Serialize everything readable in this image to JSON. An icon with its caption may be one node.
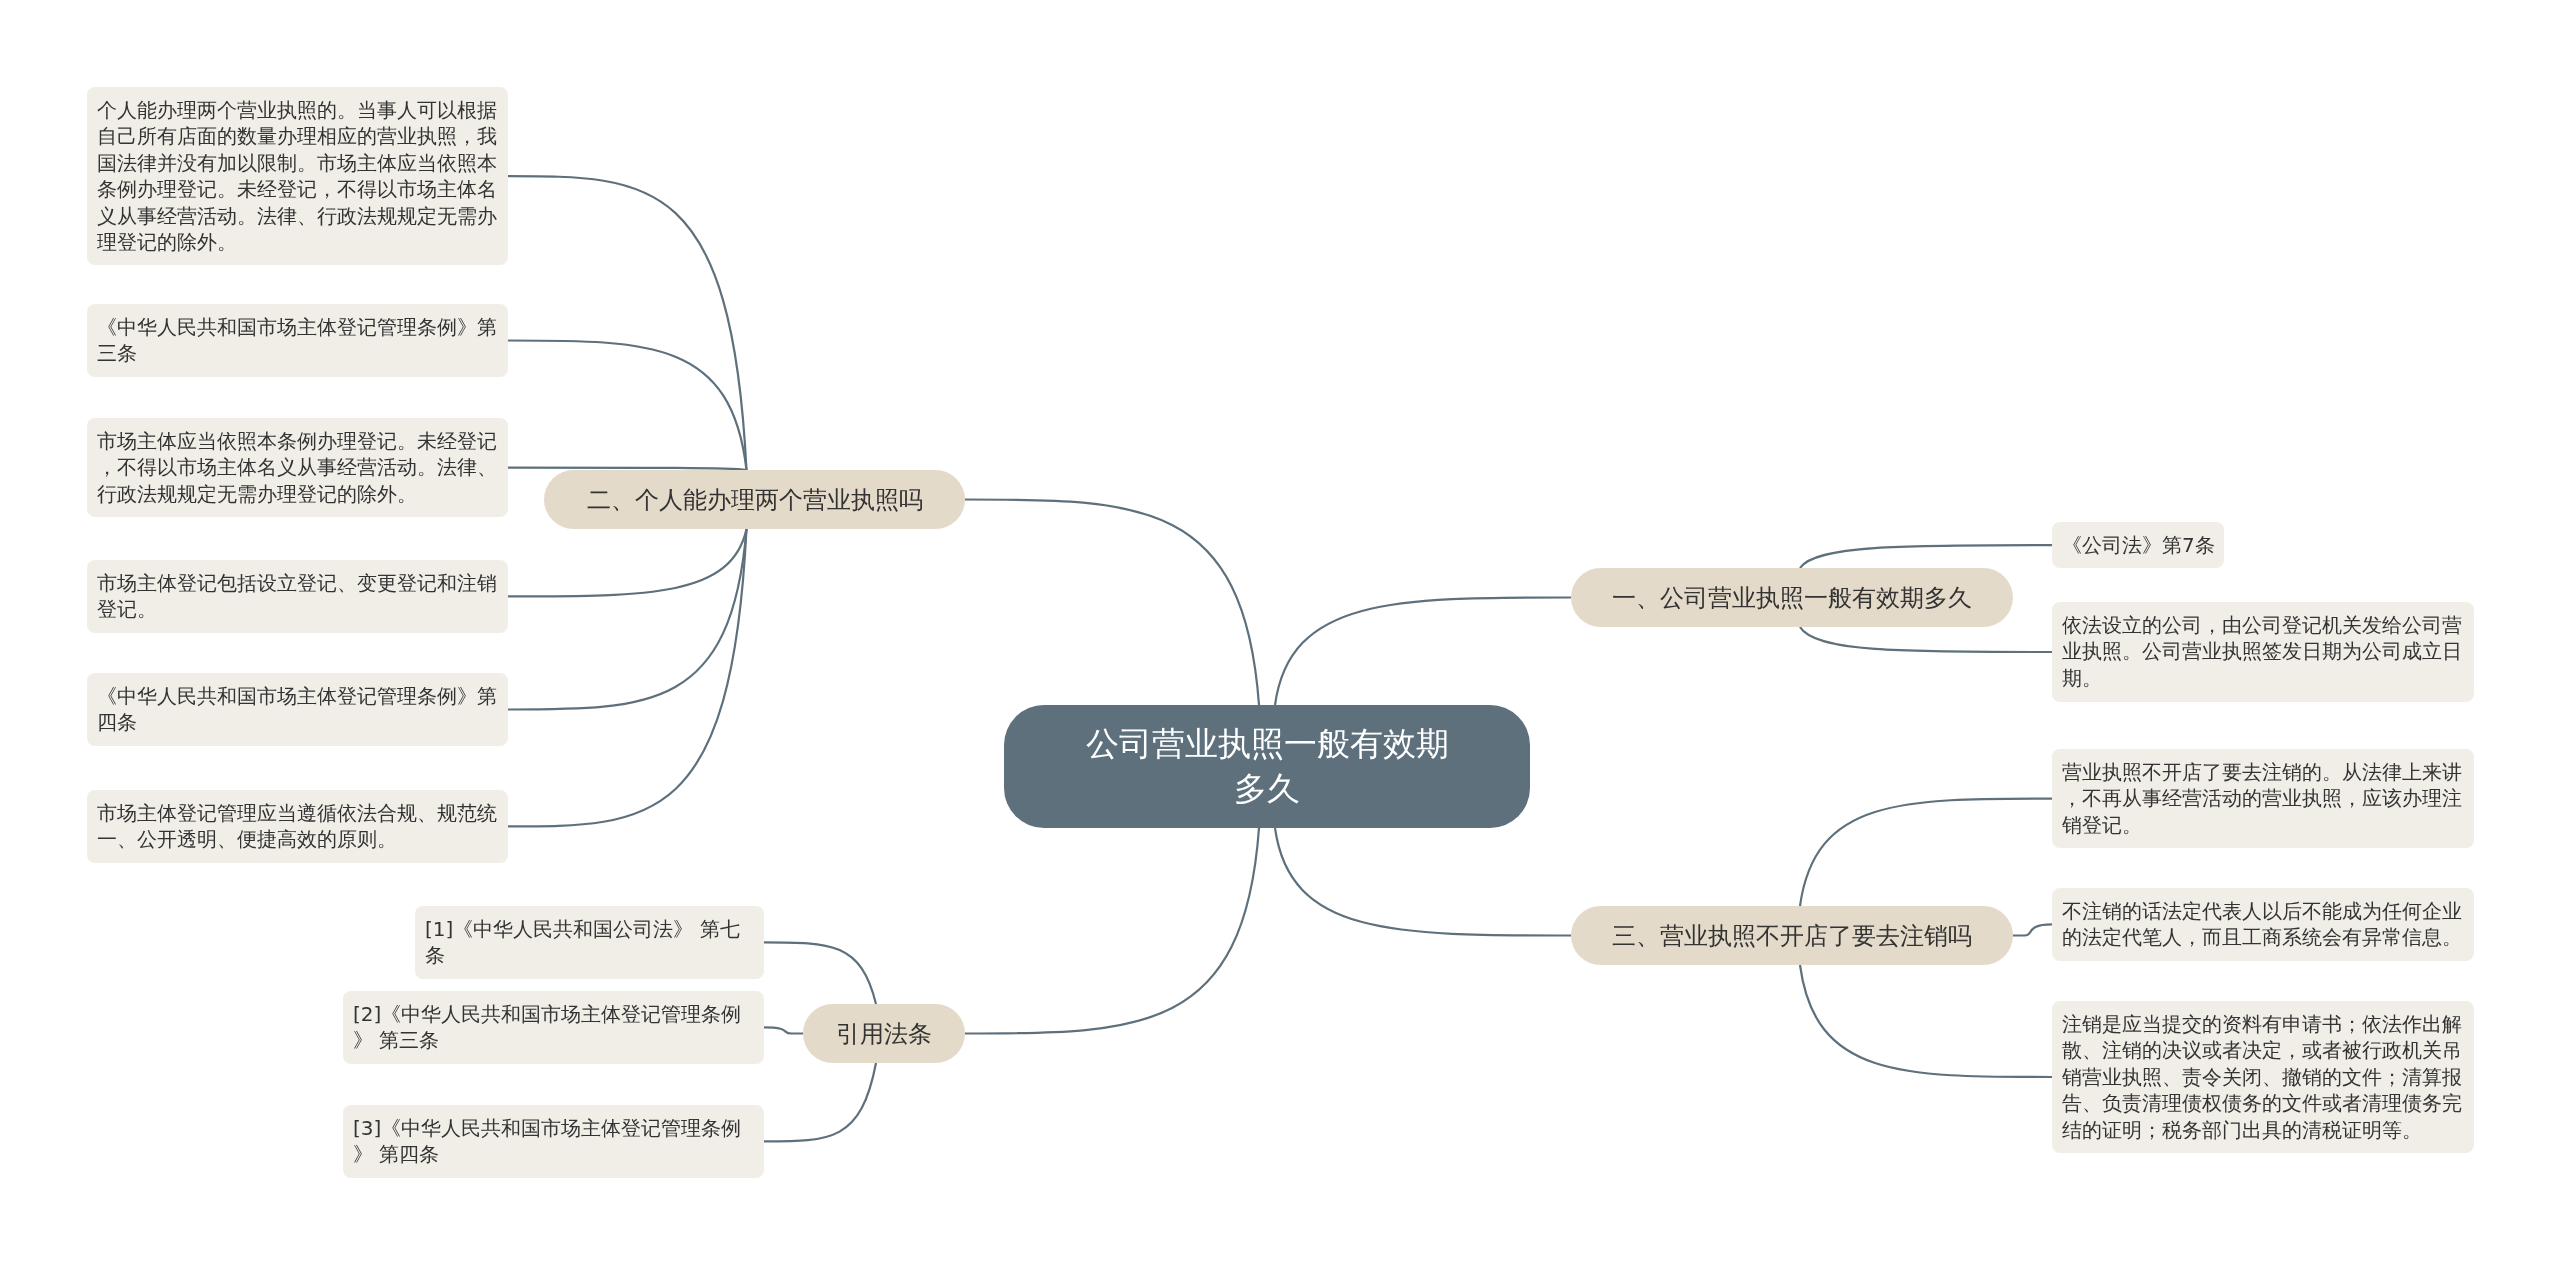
{
  "diagram": {
    "nodes": [
      {
        "text": [
          "公司营业执照一般有效期多久"
        ]
      },
      {
        "text": [
          "一、公司营业执照一般有效期多久"
        ]
      },
      {
        "text": [
          "《公司法》第7条"
        ]
      },
      {
        "text": [
          "依法设立的公司，由公司登记机关发给公司营业执照。公司营业执照签发日期为公司成立日期。"
        ]
      },
      {
        "text": [
          "三、营业执照不开店了要去注销吗"
        ]
      },
      {
        "text": [
          "营业执照不开店了要去注销的。从法律上来讲，不再从事经营活动的营业执照，应该办理注销登记。"
        ]
      },
      {
        "text": [
          "不注销的话法定代表人以后不能成为任何企业的法定代笔人，而且工商系统会有异常信息。"
        ]
      },
      {
        "text": [
          "注销是应当提交的资料有申请书；依法作出解散、注销的决议或者决定，或者被行政机关吊销营业执照、责令关闭、撤销的文件；清算报告、负责清理债权债务的文件或者清理债务完结的证明；税务部门出具的清税证明等。"
        ]
      },
      {
        "text": [
          "二、个人能办理两个营业执照吗"
        ]
      },
      {
        "text": [
          "个人能办理两个营业执照的。当事人可以根据自己所有店面的数量办理相应的营业执照，我国法律并没有加以限制。市场主体应当依照本条例办理登记。未经登记，不得以市场主体名义从事经营活动。法律、行政法规规定无需办理登记的除外。"
        ]
      },
      {
        "text": [
          "《中华人民共和国市场主体登记管理条例》第三条"
        ]
      },
      {
        "text": [
          "市场主体应当依照本条例办理登记。未经登记，不得以市场主体名义从事经营活动。法律、行政法规规定无需办理登记的除外。"
        ]
      },
      {
        "text": [
          "市场主体登记包括设立登记、变更登记和注销登记。"
        ]
      },
      {
        "text": [
          "《中华人民共和国市场主体登记管理条例》第四条"
        ]
      },
      {
        "text": [
          "市场主体登记管理应当遵循依法合规、规范统一、公开透明、便捷高效的原则。"
        ]
      },
      {
        "text": [
          "引用法条"
        ]
      },
      {
        "text": [
          "[1]《中华人民共和国公司法》 第七条"
        ]
      },
      {
        "text": [
          "[2]《中华人民共和国市场主体登记管理条例》 第三条"
        ]
      },
      {
        "text": [
          "[3]《中华人民共和国市场主体登记管理条例》 第四条"
        ]
      }
    ],
    "edges": [
      {
        "from": 0,
        "to": 1,
        "arrow": "none"
      },
      {
        "from": 1,
        "to": 2,
        "arrow": "none"
      },
      {
        "from": 1,
        "to": 3,
        "arrow": "none"
      },
      {
        "from": 0,
        "to": 4,
        "arrow": "none"
      },
      {
        "from": 4,
        "to": 5,
        "arrow": "none"
      },
      {
        "from": 4,
        "to": 6,
        "arrow": "none"
      },
      {
        "from": 4,
        "to": 7,
        "arrow": "none"
      },
      {
        "from": 0,
        "to": 8,
        "arrow": "none"
      },
      {
        "from": 8,
        "to": 9,
        "arrow": "none"
      },
      {
        "from": 8,
        "to": 10,
        "arrow": "none"
      },
      {
        "from": 8,
        "to": 11,
        "arrow": "none"
      },
      {
        "from": 8,
        "to": 12,
        "arrow": "none"
      },
      {
        "from": 8,
        "to": 13,
        "arrow": "none"
      },
      {
        "from": 8,
        "to": 14,
        "arrow": "none"
      },
      {
        "from": 0,
        "to": 15,
        "arrow": "none"
      },
      {
        "from": 15,
        "to": 16,
        "arrow": "none"
      },
      {
        "from": 15,
        "to": 17,
        "arrow": "none"
      },
      {
        "from": 15,
        "to": 18,
        "arrow": "none"
      }
    ]
  }
}
